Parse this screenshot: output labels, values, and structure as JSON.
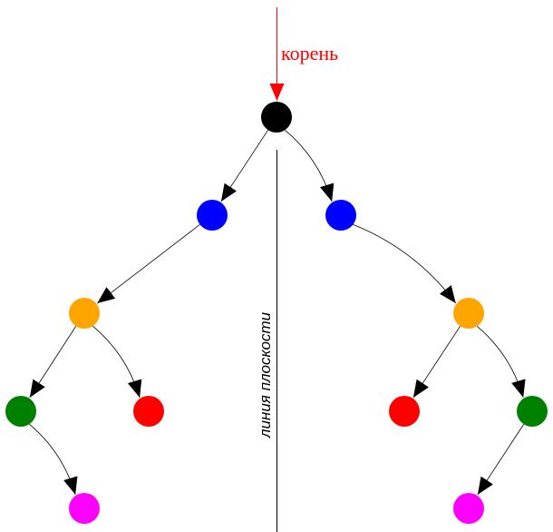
{
  "labels": {
    "root": "корень",
    "plane": "линия плоскости"
  },
  "colors": {
    "root_label": "#ff0000",
    "root_arrow": "#ff0000",
    "edge": "#000000",
    "axis": "#000000",
    "plane_label": "#000000"
  },
  "nodes": [
    {
      "id": "root",
      "color": "#000000"
    },
    {
      "id": "left-blue",
      "color": "#0000ff"
    },
    {
      "id": "right-blue",
      "color": "#0000ff"
    },
    {
      "id": "left-orange",
      "color": "#ffa500"
    },
    {
      "id": "right-orange",
      "color": "#ffa500"
    },
    {
      "id": "left-green",
      "color": "#008000"
    },
    {
      "id": "left-red",
      "color": "#ff0000"
    },
    {
      "id": "right-red",
      "color": "#ff0000"
    },
    {
      "id": "right-green",
      "color": "#008000"
    },
    {
      "id": "left-magenta",
      "color": "#ff00ff"
    },
    {
      "id": "right-magenta",
      "color": "#ff00ff"
    }
  ],
  "edges": [
    {
      "from": "root",
      "to": "left-blue"
    },
    {
      "from": "root",
      "to": "right-blue"
    },
    {
      "from": "left-blue",
      "to": "left-orange"
    },
    {
      "from": "right-blue",
      "to": "right-orange"
    },
    {
      "from": "left-orange",
      "to": "left-green"
    },
    {
      "from": "left-orange",
      "to": "left-red"
    },
    {
      "from": "right-orange",
      "to": "right-red"
    },
    {
      "from": "right-orange",
      "to": "right-green"
    },
    {
      "from": "left-green",
      "to": "left-magenta"
    },
    {
      "from": "right-green",
      "to": "right-magenta"
    }
  ]
}
